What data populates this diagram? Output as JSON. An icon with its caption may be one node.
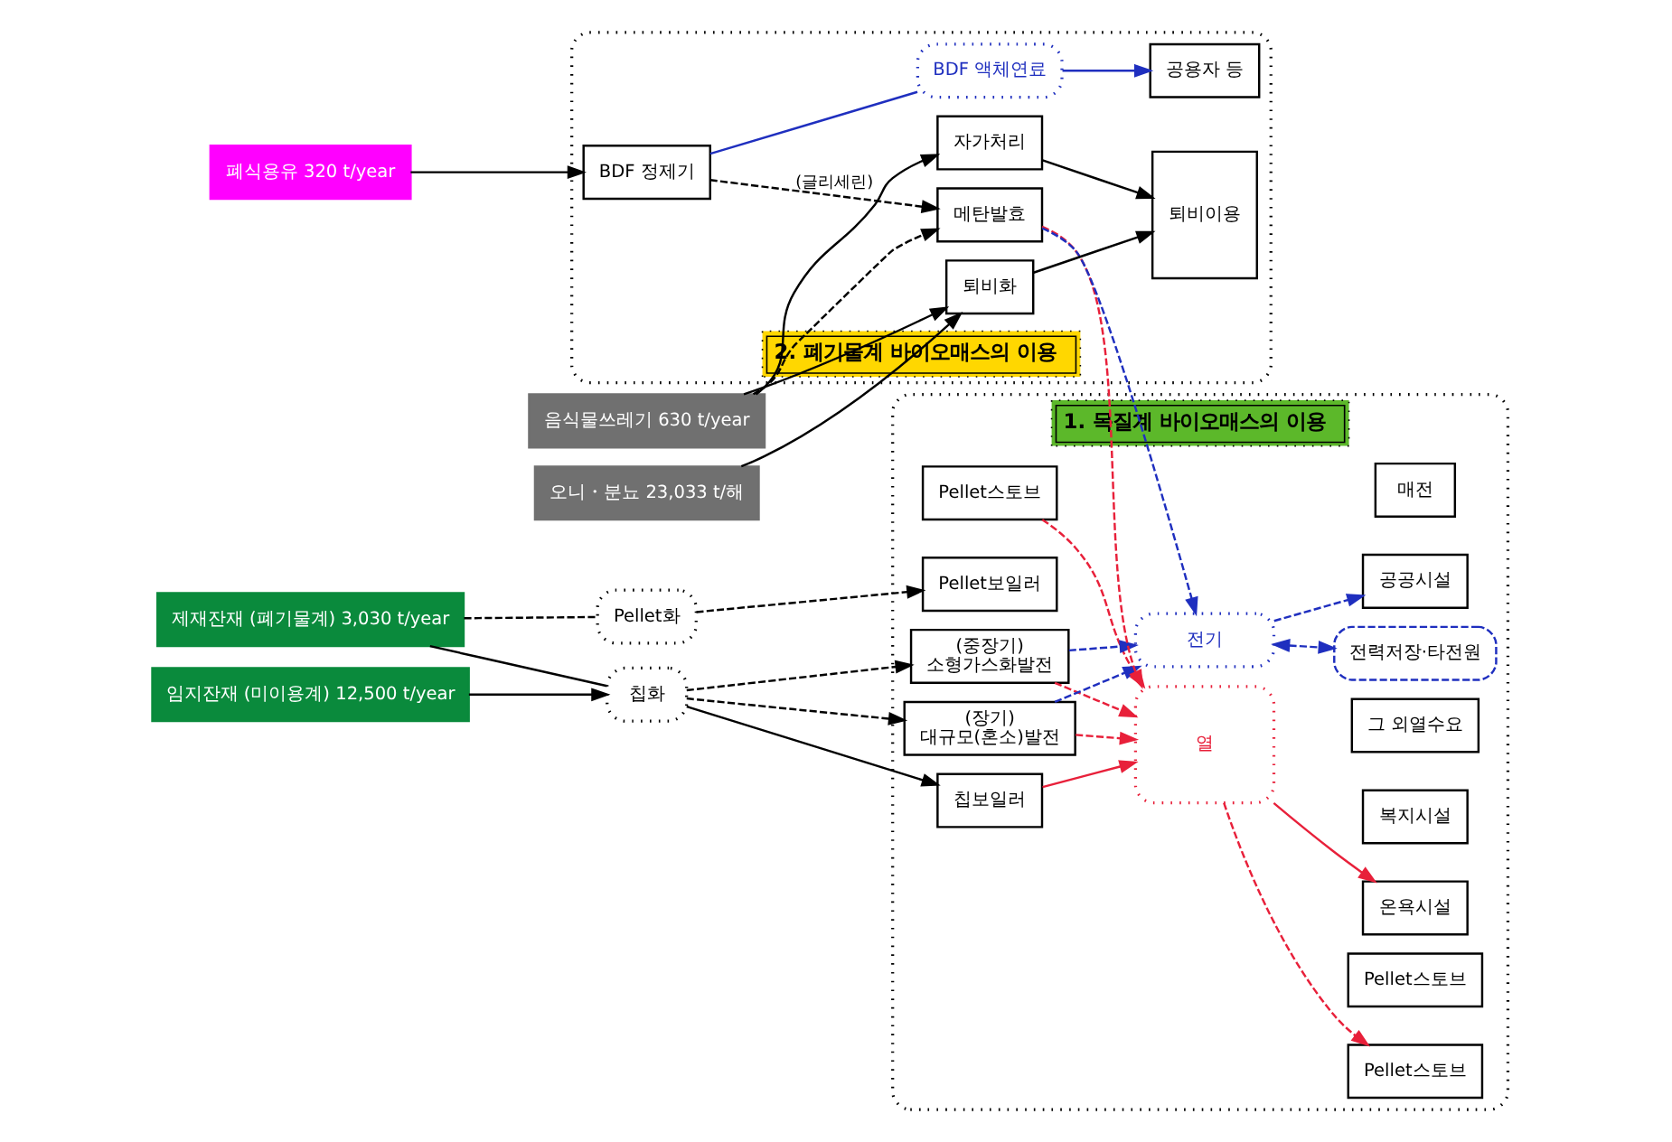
{
  "diagram": {
    "nodes": [
      {
        "text": [
          "1. 목질계 바이오매스의 이용"
        ]
      },
      {
        "text": [
          "2. 폐기물계 바이오매스의 이용"
        ]
      },
      {
        "text": [
          "제재잔재 (폐기물계) 3,030 t/year"
        ]
      },
      {
        "text": [
          "임지잔재 (미이용계) 12,500 t/year"
        ]
      },
      {
        "text": [
          "Pellet화"
        ]
      },
      {
        "text": [
          "칩화"
        ]
      },
      {
        "text": [
          "Pellet보일러"
        ],
        "in": 0
      },
      {
        "text": [
          "Pellet스토브"
        ],
        "in": 0
      },
      {
        "text": [
          "칩보일러"
        ],
        "in": 0
      },
      {
        "text": [
          "(중장기)",
          "소형가스화발전"
        ],
        "in": 0
      },
      {
        "text": [
          "(장기)",
          "대규모(혼소)발전"
        ],
        "in": 0
      },
      {
        "text": [
          "열"
        ],
        "in": 0
      },
      {
        "text": [
          "전기"
        ],
        "in": 0
      },
      {
        "text": [
          "전력저장·타전원"
        ],
        "in": 0
      },
      {
        "text": [
          "Pellet스토브"
        ],
        "in": 0
      },
      {
        "text": [
          "Pellet스토브"
        ],
        "in": 0
      },
      {
        "text": [
          "온욕시설"
        ],
        "in": 0
      },
      {
        "text": [
          "복지시설"
        ],
        "in": 0
      },
      {
        "text": [
          "그 외열수요"
        ],
        "in": 0
      },
      {
        "text": [
          "공공시설"
        ],
        "in": 0
      },
      {
        "text": [
          "매전"
        ],
        "in": 0
      },
      {
        "text": [
          "폐식용유 320 t/year"
        ]
      },
      {
        "text": [
          "음식물쓰레기 630 t/year"
        ]
      },
      {
        "text": [
          "오니・분뇨 23,033 t/해"
        ]
      },
      {
        "text": [
          "BDF 정제기"
        ],
        "in": 1
      },
      {
        "text": [
          "메탄발효"
        ],
        "in": 1
      },
      {
        "text": [
          "자가처리"
        ],
        "in": 1
      },
      {
        "text": [
          "퇴비화"
        ],
        "in": 1
      },
      {
        "text": [
          "BDF 액체연료"
        ],
        "in": 1
      },
      {
        "text": [
          "공용자 등"
        ],
        "in": 1
      },
      {
        "text": [
          "퇴비이용"
        ],
        "in": 1
      }
    ],
    "edges": [
      {
        "from": 2,
        "to": 4,
        "arrow": "none",
        "style": "dashed"
      },
      {
        "from": 2,
        "to": 5,
        "arrow": "none"
      },
      {
        "from": 3,
        "to": 5,
        "arrow": "to"
      },
      {
        "from": 4,
        "to": 6,
        "arrow": "to",
        "style": "dashed"
      },
      {
        "from": 5,
        "to": 8,
        "arrow": "to"
      },
      {
        "from": 5,
        "to": 9,
        "arrow": "to",
        "style": "dashed"
      },
      {
        "from": 5,
        "to": 10,
        "arrow": "to",
        "style": "dashed"
      },
      {
        "from": 7,
        "to": 11,
        "arrow": "to",
        "style": "dashed",
        "color": "#e8203a"
      },
      {
        "from": 8,
        "to": 11,
        "arrow": "to",
        "color": "#e8203a"
      },
      {
        "from": 9,
        "to": 11,
        "arrow": "to",
        "style": "dashed",
        "color": "#e8203a"
      },
      {
        "from": 10,
        "to": 11,
        "arrow": "to",
        "style": "dashed",
        "color": "#e8203a"
      },
      {
        "from": 25,
        "to": 11,
        "arrow": "to",
        "style": "dashed",
        "color": "#e8203a"
      },
      {
        "from": 9,
        "to": 12,
        "arrow": "to",
        "style": "dashed",
        "color": "#1f2fbf"
      },
      {
        "from": 10,
        "to": 12,
        "arrow": "to",
        "style": "dashed",
        "color": "#1f2fbf"
      },
      {
        "from": 25,
        "to": 12,
        "arrow": "to",
        "style": "dashed",
        "color": "#1f2fbf"
      },
      {
        "from": 11,
        "to": 14,
        "arrow": "to",
        "style": "dashed",
        "color": "#e8203a"
      },
      {
        "from": 11,
        "to": 16,
        "arrow": "to",
        "color": "#e8203a"
      },
      {
        "from": 12,
        "to": 19,
        "arrow": "to",
        "style": "dashed",
        "color": "#1f2fbf"
      },
      {
        "from": 12,
        "to": 13,
        "arrow": "both",
        "style": "dashed",
        "color": "#1f2fbf"
      },
      {
        "from": 21,
        "to": 24,
        "arrow": "to"
      },
      {
        "from": 24,
        "to": 28,
        "arrow": "none",
        "color": "#1f2fbf"
      },
      {
        "from": 28,
        "to": 29,
        "arrow": "to",
        "color": "#1f2fbf"
      },
      {
        "from": 24,
        "to": 25,
        "arrow": "to",
        "style": "dashed",
        "label": "(글리세린)"
      },
      {
        "from": 22,
        "to": 25,
        "arrow": "to",
        "style": "dashed"
      },
      {
        "from": 22,
        "to": 26,
        "arrow": "to"
      },
      {
        "from": 22,
        "to": 27,
        "arrow": "to"
      },
      {
        "from": 23,
        "to": 27,
        "arrow": "to"
      },
      {
        "from": 26,
        "to": 30,
        "arrow": "to"
      },
      {
        "from": 27,
        "to": 30,
        "arrow": "to"
      }
    ]
  }
}
